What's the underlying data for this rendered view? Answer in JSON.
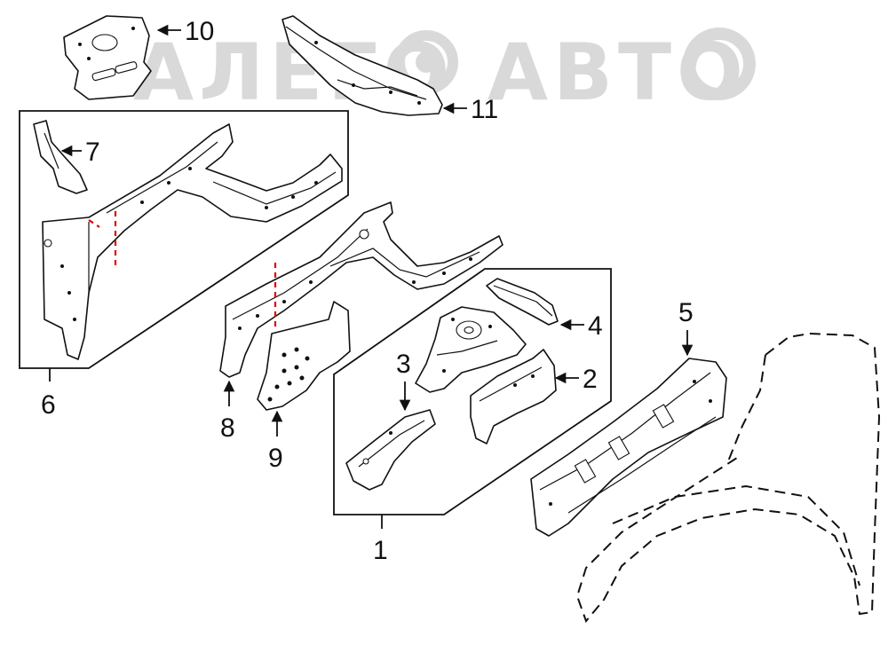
{
  "watermark": "АЛЕГО АВТО",
  "callouts": {
    "c1": "1",
    "c2": "2",
    "c3": "3",
    "c4": "4",
    "c5": "5",
    "c6": "6",
    "c7": "7",
    "c8": "8",
    "c9": "9",
    "c10": "10",
    "c11": "11"
  },
  "colors": {
    "line": "#111111",
    "cut_line": "#e00000",
    "watermark": "#d9d9d9"
  }
}
